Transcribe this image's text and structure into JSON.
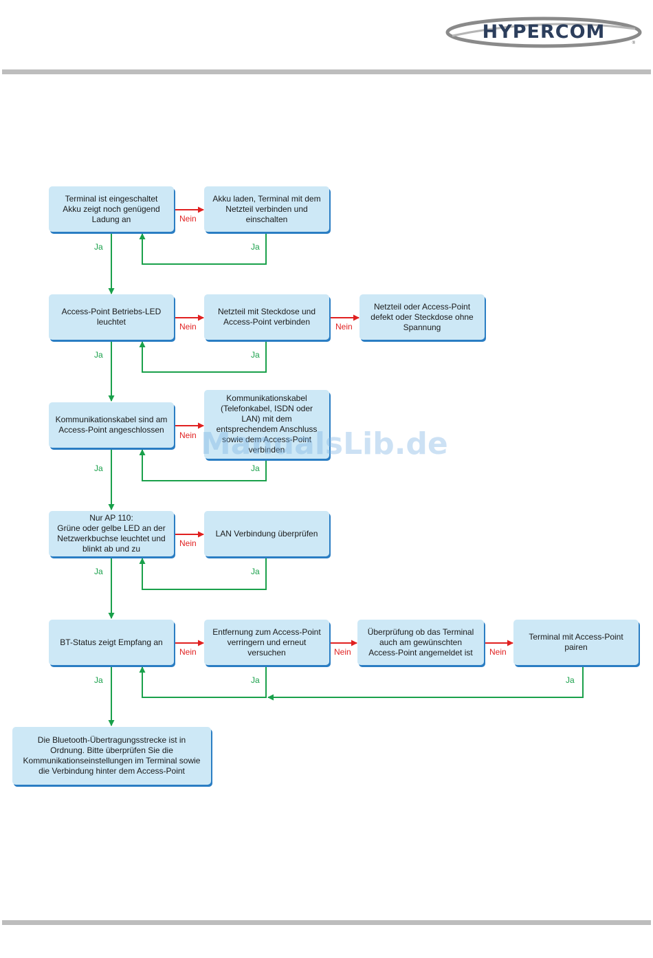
{
  "header": {
    "logo_text": "HYPERCOM",
    "logo_mark": "®"
  },
  "watermark": "ManualsLib.de",
  "colors": {
    "yes": "#19a04a",
    "no": "#e02020",
    "box_fill": "#cde8f6",
    "box_shadow": "#2a7dc3",
    "rule": "#bdbdbd"
  },
  "flowchart": {
    "yes_label": "Ja",
    "no_label": "Nein",
    "nodes": {
      "q1": "Terminal ist eingeschaltet\nAkku zeigt noch genügend\nLadung an",
      "a1": "Akku laden, Terminal mit dem\nNetzteil verbinden und\neinschalten",
      "q2": "Access-Point Betriebs-LED\nleuchtet",
      "a2": "Netzteil mit Steckdose und\nAccess-Point verbinden",
      "a2b": "Netzteil oder Access-Point\ndefekt oder Steckdose ohne\nSpannung",
      "q3": "Kommunikationskabel sind am\nAccess-Point angeschlossen",
      "a3": "Kommunikationskabel\n(Telefonkabel, ISDN oder\nLAN) mit dem\nentsprechendem Anschluss\nsowie dem Access-Point\nverbinden",
      "q4": "Nur AP 110:\nGrüne oder gelbe LED an der\nNetzwerkbuchse leuchtet und\nblinkt ab und zu",
      "a4": "LAN Verbindung überprüfen",
      "q5": "BT-Status zeigt Empfang an",
      "a5": "Entfernung zum Access-Point\nverringern und erneut\nversuchen",
      "a5b": "Überprüfung ob das Terminal\nauch am gewünschten\nAccess-Point angemeldet ist",
      "a5c": "Terminal mit Access-Point\npairen",
      "end": "Die Bluetooth-Übertragungsstrecke ist in\nOrdnung. Bitte überprüfen Sie die\nKommunikationseinstellungen im Terminal sowie\ndie Verbindung hinter dem Access-Point"
    }
  }
}
